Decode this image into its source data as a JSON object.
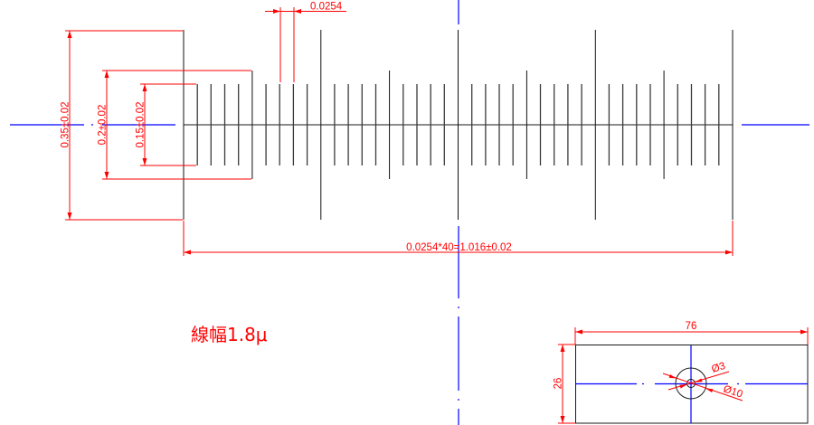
{
  "drawing": {
    "note": "線幅1.8μ",
    "scale": {
      "divisions": 40,
      "long_every": 10,
      "mid_every": 5,
      "pitch_label": "0.0254",
      "total_label": "0.0254*40=1.016±0.02"
    },
    "tick_heights": {
      "long_label": "0.35±0.02",
      "mid_label": "0.2±0.02",
      "short_label": "0.15±0.02"
    },
    "slide": {
      "width_label": "76",
      "height_label": "26",
      "inner_hole_label": "Ø3",
      "outer_ring_label": "Ø10"
    },
    "colors": {
      "dimension": "#ff0000",
      "centerline": "#0000ff",
      "geometry": "#000000"
    }
  }
}
